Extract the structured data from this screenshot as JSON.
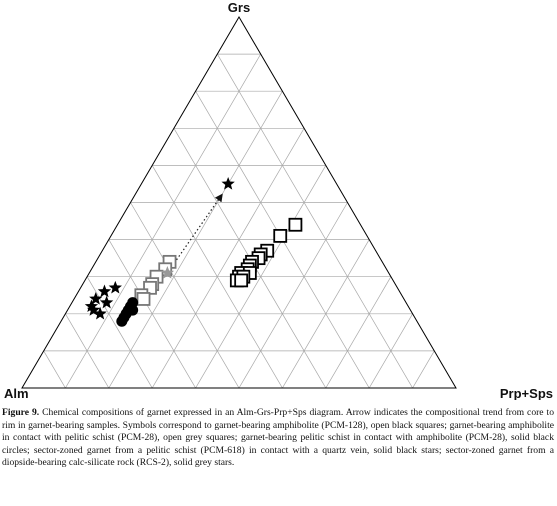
{
  "chart_data": {
    "type": "ternary-scatter",
    "vertices": {
      "top": "Grs",
      "left": "Alm",
      "right": "Prp+Sps"
    },
    "axis_ranges": {
      "Grs": [
        0,
        1
      ],
      "Alm": [
        0,
        1
      ],
      "Prp+Sps": [
        0,
        1
      ]
    },
    "grid": true,
    "grid_divisions": 10,
    "series": [
      {
        "marker": "open-black-square",
        "color": "#000000",
        "points": [
          {
            "grs": 0.44,
            "sps": 0.41
          },
          {
            "grs": 0.41,
            "sps": 0.39
          },
          {
            "grs": 0.37,
            "sps": 0.38
          },
          {
            "grs": 0.36,
            "sps": 0.37
          },
          {
            "grs": 0.35,
            "sps": 0.37
          },
          {
            "grs": 0.34,
            "sps": 0.36
          },
          {
            "grs": 0.33,
            "sps": 0.36
          },
          {
            "grs": 0.32,
            "sps": 0.36
          },
          {
            "grs": 0.31,
            "sps": 0.35
          },
          {
            "grs": 0.31,
            "sps": 0.37
          },
          {
            "grs": 0.3,
            "sps": 0.35
          },
          {
            "grs": 0.3,
            "sps": 0.36
          },
          {
            "grs": 0.29,
            "sps": 0.35
          },
          {
            "grs": 0.29,
            "sps": 0.36
          }
        ]
      },
      {
        "marker": "open-grey-square",
        "color": "#777777",
        "points": [
          {
            "grs": 0.34,
            "sps": 0.17
          },
          {
            "grs": 0.32,
            "sps": 0.17
          },
          {
            "grs": 0.3,
            "sps": 0.16
          },
          {
            "grs": 0.28,
            "sps": 0.16
          },
          {
            "grs": 0.27,
            "sps": 0.16
          },
          {
            "grs": 0.25,
            "sps": 0.15
          },
          {
            "grs": 0.24,
            "sps": 0.16
          }
        ]
      },
      {
        "marker": "solid-black-circle",
        "color": "#000000",
        "points": [
          {
            "grs": 0.23,
            "sps": 0.14
          },
          {
            "grs": 0.22,
            "sps": 0.14
          },
          {
            "grs": 0.21,
            "sps": 0.14
          },
          {
            "grs": 0.2,
            "sps": 0.14
          },
          {
            "grs": 0.19,
            "sps": 0.14
          },
          {
            "grs": 0.18,
            "sps": 0.14
          },
          {
            "grs": 0.21,
            "sps": 0.15
          }
        ]
      },
      {
        "marker": "solid-black-star",
        "color": "#000000",
        "points": [
          {
            "grs": 0.55,
            "sps": 0.2
          },
          {
            "grs": 0.27,
            "sps": 0.08
          },
          {
            "grs": 0.26,
            "sps": 0.06
          },
          {
            "grs": 0.24,
            "sps": 0.05
          },
          {
            "grs": 0.22,
            "sps": 0.05
          },
          {
            "grs": 0.23,
            "sps": 0.08
          },
          {
            "grs": 0.2,
            "sps": 0.08
          },
          {
            "grs": 0.21,
            "sps": 0.06
          }
        ]
      },
      {
        "marker": "solid-grey-star",
        "color": "#999999",
        "points": [
          {
            "grs": 0.31,
            "sps": 0.18
          }
        ]
      }
    ],
    "arrows": [
      {
        "from": {
          "grs": 0.31,
          "sps": 0.18
        },
        "to": {
          "grs": 0.52,
          "sps": 0.2
        },
        "style": "dotted"
      }
    ]
  },
  "caption": {
    "lead": "Figure 9.",
    "text": " Chemical compositions of garnet expressed in an Alm-Grs-Prp+Sps diagram. Arrow indicates the compositional trend from core to rim in garnet-bearing samples. Symbols correspond to garnet-bearing amphibolite (PCM-128), open black squares; garnet-bearing amphibolite in contact with pelitic schist (PCM-28), open grey squares; garnet-bearing pelitic schist in contact with amphibolite (PCM-28), solid black circles; sector-zoned garnet from a pelitic schist (PCM-618) in contact with a quartz vein, solid black stars; sector-zoned garnet from a diopside-bearing calc-silicate rock (RCS-2), solid grey stars."
  }
}
